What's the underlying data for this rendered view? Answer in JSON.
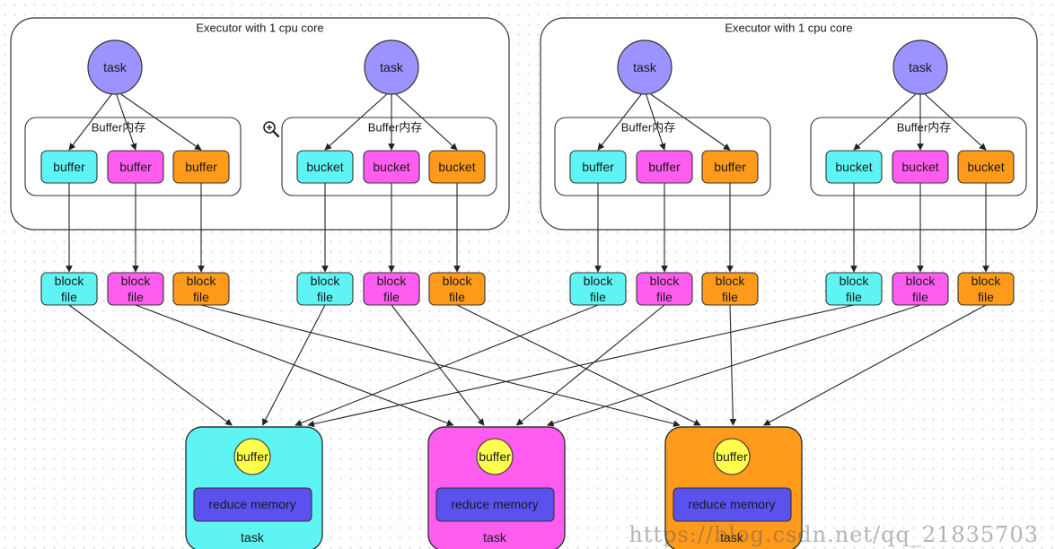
{
  "colors": {
    "cyan": "#5ff4f4",
    "magenta": "#ff5cf0",
    "orange": "#ff9a1a",
    "task_purple": "#9b93ff",
    "reduce_memory_blue": "#5b52ee",
    "buffer_yellow": "#ffff4d",
    "line": "#222222"
  },
  "executors": [
    {
      "title": "Executor with 1 cpu core",
      "groups": [
        {
          "task": "task",
          "memory_label": "Buffer内存",
          "items": [
            "buffer",
            "buffer",
            "buffer"
          ]
        },
        {
          "task": "task",
          "memory_label": "Buffer内存",
          "items": [
            "bucket",
            "bucket",
            "bucket"
          ]
        }
      ]
    },
    {
      "title": "Executor with 1 cpu core",
      "groups": [
        {
          "task": "task",
          "memory_label": "Buffer内存",
          "items": [
            "buffer",
            "buffer",
            "buffer"
          ]
        },
        {
          "task": "task",
          "memory_label": "Buffer内存",
          "items": [
            "bucket",
            "bucket",
            "bucket"
          ]
        }
      ]
    }
  ],
  "block_file": {
    "line1": "block",
    "line2": "file"
  },
  "reduce_tasks": [
    {
      "buffer": "buffer",
      "memory": "reduce memory",
      "label": "task"
    },
    {
      "buffer": "buffer",
      "memory": "reduce memory",
      "label": "task"
    },
    {
      "buffer": "buffer",
      "memory": "reduce memory",
      "label": "task"
    }
  ],
  "zoom_icon": "zoom-in-icon",
  "watermark": "https://blog.csdn.net/qq_21835703"
}
